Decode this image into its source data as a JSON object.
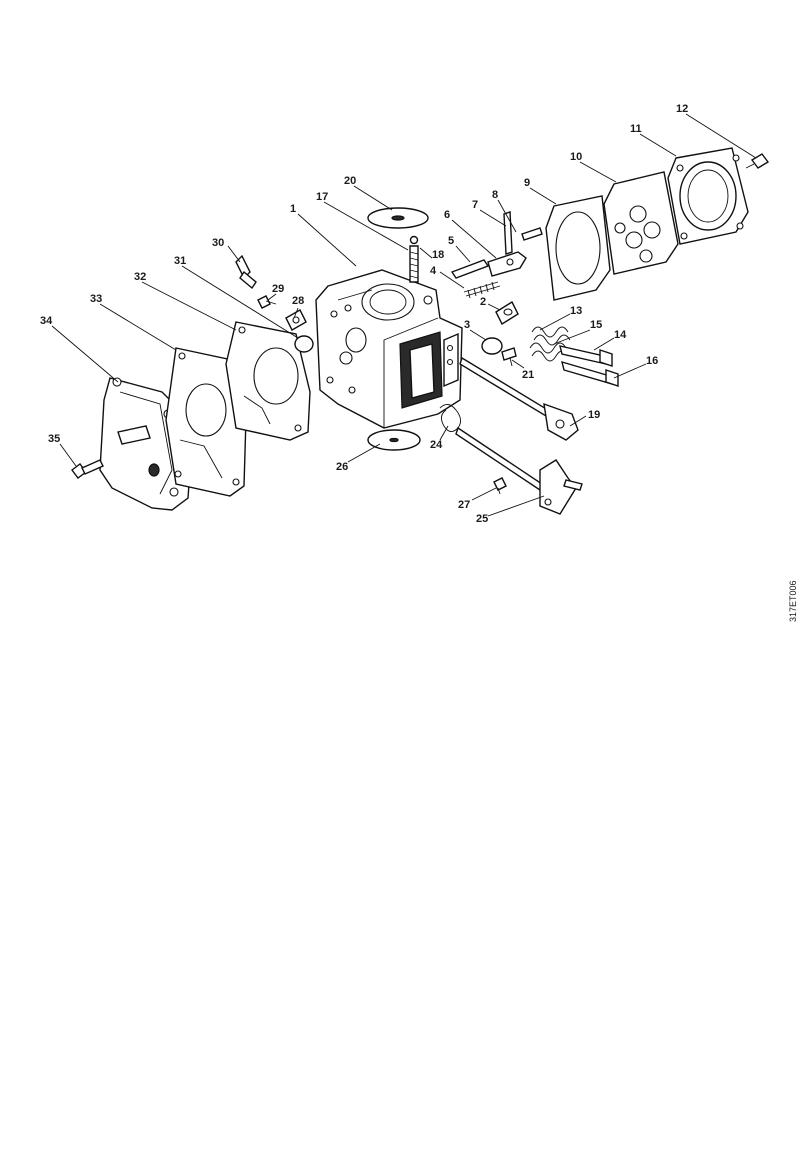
{
  "diagram": {
    "reference_code": "317ET006",
    "callouts": [
      {
        "id": "1",
        "label": "1"
      },
      {
        "id": "2",
        "label": "2"
      },
      {
        "id": "3",
        "label": "3"
      },
      {
        "id": "4",
        "label": "4"
      },
      {
        "id": "5",
        "label": "5"
      },
      {
        "id": "6",
        "label": "6"
      },
      {
        "id": "7",
        "label": "7"
      },
      {
        "id": "8",
        "label": "8"
      },
      {
        "id": "9",
        "label": "9"
      },
      {
        "id": "10",
        "label": "10"
      },
      {
        "id": "11",
        "label": "11"
      },
      {
        "id": "12",
        "label": "12"
      },
      {
        "id": "13",
        "label": "13"
      },
      {
        "id": "14",
        "label": "14"
      },
      {
        "id": "15",
        "label": "15"
      },
      {
        "id": "16",
        "label": "16"
      },
      {
        "id": "17",
        "label": "17"
      },
      {
        "id": "18",
        "label": "18"
      },
      {
        "id": "19",
        "label": "19"
      },
      {
        "id": "20",
        "label": "20"
      },
      {
        "id": "21",
        "label": "21"
      },
      {
        "id": "24",
        "label": "24"
      },
      {
        "id": "25",
        "label": "25"
      },
      {
        "id": "26",
        "label": "26"
      },
      {
        "id": "27",
        "label": "27"
      },
      {
        "id": "28",
        "label": "28"
      },
      {
        "id": "29",
        "label": "29"
      },
      {
        "id": "30",
        "label": "30"
      },
      {
        "id": "31",
        "label": "31"
      },
      {
        "id": "32",
        "label": "32"
      },
      {
        "id": "33",
        "label": "33"
      },
      {
        "id": "34",
        "label": "34"
      },
      {
        "id": "35",
        "label": "35"
      }
    ]
  }
}
